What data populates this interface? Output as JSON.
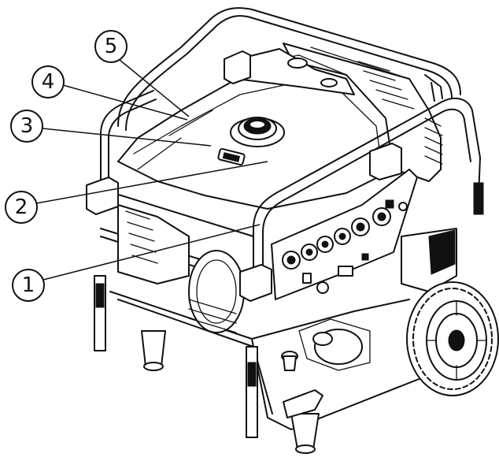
{
  "figure": {
    "subject": "generator",
    "callouts": [
      {
        "label": "1"
      },
      {
        "label": "2"
      },
      {
        "label": "3"
      },
      {
        "label": "4"
      },
      {
        "label": "5"
      }
    ]
  }
}
